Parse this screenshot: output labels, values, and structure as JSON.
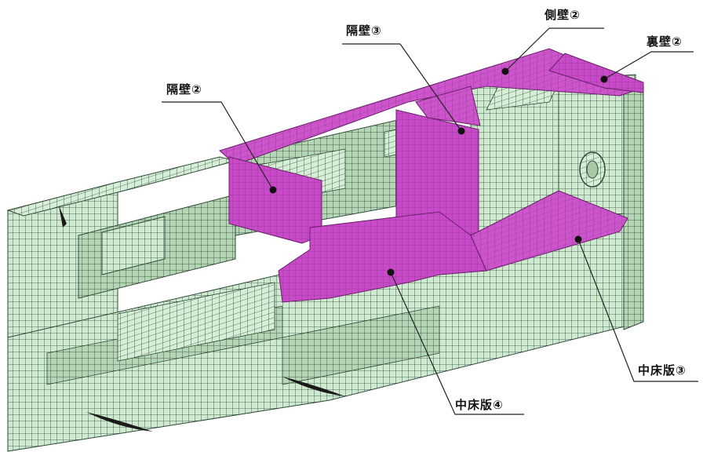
{
  "labels": {
    "gekiheki3": "隔壁③",
    "sokuheki2": "側壁②",
    "uraheki2": "裏壁②",
    "gekiheki2": "隔壁②",
    "nakayuka3": "中床版③",
    "nakayuka4": "中床版④"
  },
  "colors": {
    "mesh_fill": "#cfe9cf",
    "mesh_line": "#2f4a3a",
    "highlight_fill": "#c84ac8",
    "highlight_line": "#6a1f6a",
    "leader_line": "#222222"
  }
}
